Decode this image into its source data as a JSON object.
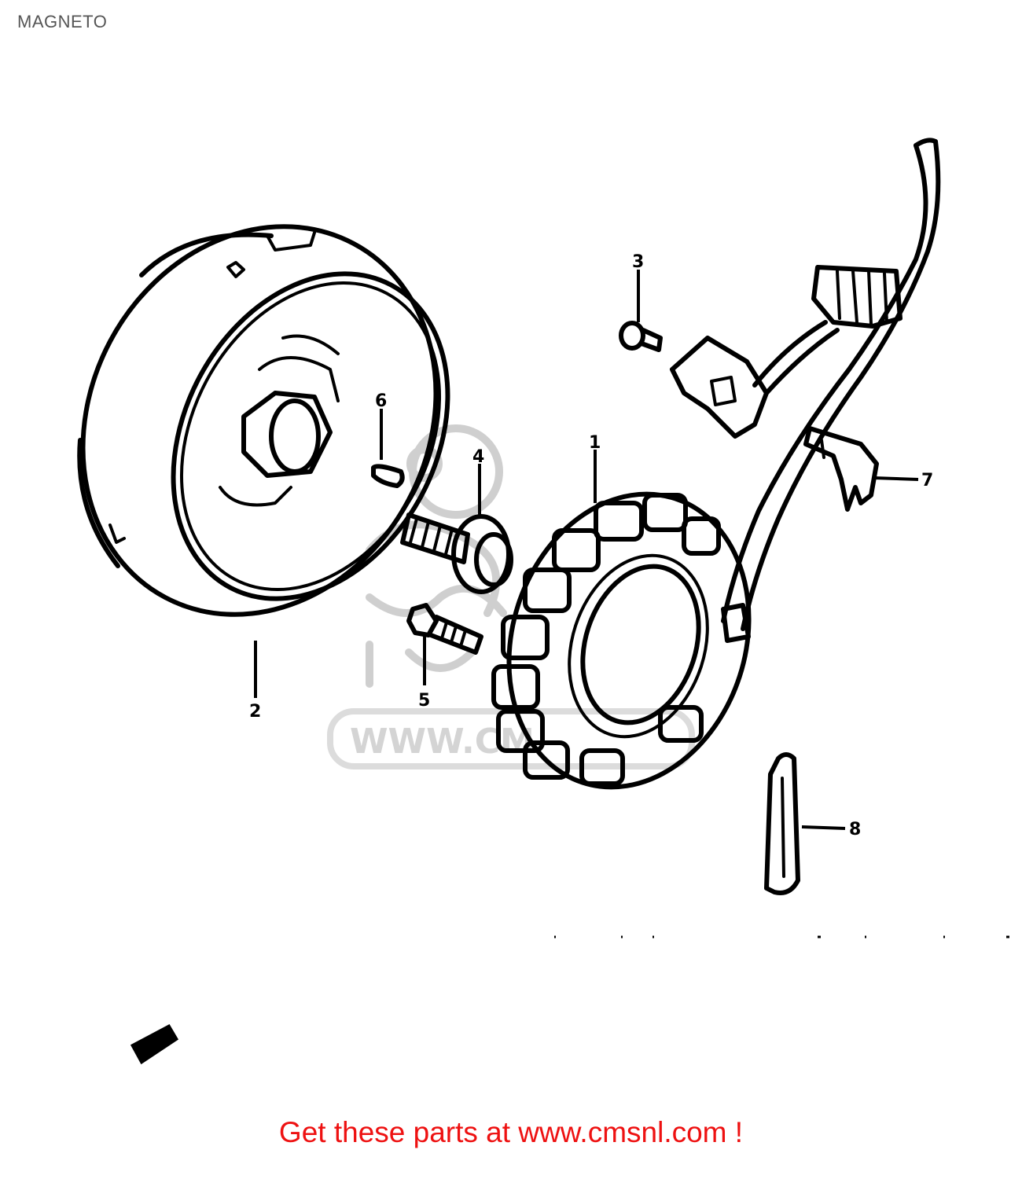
{
  "title": "MAGNETO",
  "callouts": [
    {
      "id": "1",
      "label": "1"
    },
    {
      "id": "2",
      "label": "2"
    },
    {
      "id": "3",
      "label": "3"
    },
    {
      "id": "4",
      "label": "4"
    },
    {
      "id": "5",
      "label": "5"
    },
    {
      "id": "6",
      "label": "6"
    },
    {
      "id": "7",
      "label": "7"
    },
    {
      "id": "8",
      "label": "8"
    }
  ],
  "watermark": "WWW.CM",
  "footer": "Get these parts at www.cmsnl.com !",
  "colors": {
    "footer": "#ee1111",
    "watermark": "#d0d0d0",
    "line": "#000000"
  }
}
